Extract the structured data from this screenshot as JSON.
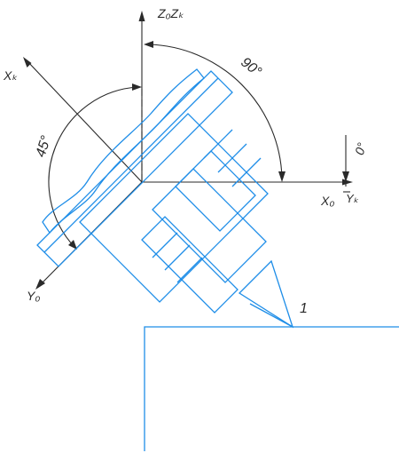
{
  "labels": {
    "z0zk": "Z₀Zₖ",
    "xk": "Xₖ",
    "x0": "X₀",
    "yk": "Yₖ",
    "y0": "Y₀",
    "angle_90": "90°",
    "angle_45": "45°",
    "angle_0": "0°",
    "point_1": "1"
  },
  "colors": {
    "tool_outline": "#1f8ee8",
    "axes": "#2a2a2a",
    "background": "#ffffff"
  }
}
